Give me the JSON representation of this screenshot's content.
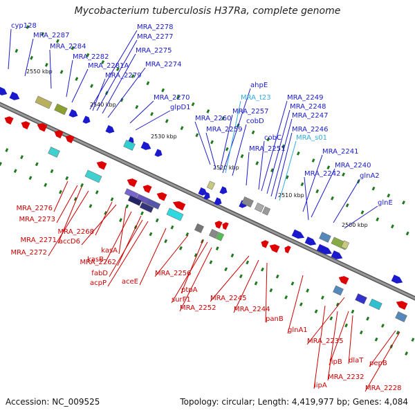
{
  "title": "Mycobacterium tuberculosis H37Ra, complete genome",
  "accession": "Accession: NC_009525",
  "summary": "Topology: circular; Length: 4,419,977 bp; Genes: 4,084",
  "colors": {
    "forward_label": "#1a1acc",
    "reverse_label": "#cc0000",
    "rna_label": "#33aadd",
    "forward_gene": "#1a1acc",
    "reverse_gene": "#dd0000",
    "backbone": "#888888",
    "tick": "#1f7a1f"
  },
  "ruler": [
    "2550 kbp",
    "2540 kbp",
    "2530 kbp",
    "2520 kbp",
    "2510 kbp",
    "2500 kbp"
  ],
  "forward_labels": [
    "cyp128",
    "MRA_2287",
    "MRA_2284",
    "MRA_2282",
    "MRA_2281A",
    "MRA_2279",
    "MRA_2278",
    "MRA_2277",
    "MRA_2275",
    "MRA_2274",
    "MRA_2270",
    "glpD1",
    "MRA_2260",
    "MRA_2259",
    "MRA_2257",
    "ahpE",
    "cobD",
    "MRA_2251",
    "cobC",
    "MRA_2249",
    "MRA_2248",
    "MRA_2247",
    "MRA_2246",
    "MRA_2241",
    "MRA_2240",
    "MRA_2242",
    "glnA2",
    "glnE"
  ],
  "rna_labels": [
    "MRA_t23",
    "MRA_s01"
  ],
  "reverse_labels": [
    "MRA_2276",
    "MRA_2273",
    "MRA_2271",
    "MRA_2272",
    "MRA_2268",
    "accD6",
    "kasA",
    "kasB",
    "MRA_2262",
    "fabD",
    "acpP",
    "aceE",
    "MRA_2256",
    "ptpA",
    "surF1",
    "MRA_2252",
    "MRA_2245",
    "MRA_2244",
    "panB",
    "glnA1",
    "MRA_2235",
    "lipB",
    "dlaT",
    "MRA_2232",
    "lipA",
    "pepB",
    "MRA_2228"
  ]
}
